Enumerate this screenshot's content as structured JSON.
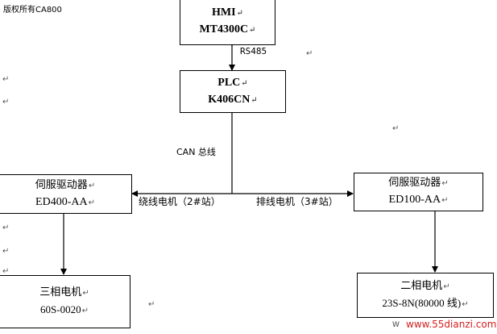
{
  "copyright": "版权所有CA800",
  "para_mark": "↵",
  "hmi": {
    "line1": "HMI",
    "line2": "MT4300C"
  },
  "link_rs485": "RS485",
  "plc": {
    "line1": "PLC",
    "line2": "K406CN"
  },
  "link_can": "CAN 总线",
  "servo_left": {
    "line1": "伺服驱动器",
    "line2": "ED400-AA"
  },
  "servo_right": {
    "line1": "伺服驱动器",
    "line2": "ED100-AA"
  },
  "motor_left": {
    "line1": "三相电机",
    "line2": "60S-0020"
  },
  "motor_right": {
    "line1": "二相电机",
    "line2": "23S-8N(80000 线)"
  },
  "label_left_station": "绕线电机（2#站）",
  "label_right_station": "排线电机（3#站）",
  "watermark": "www.55dianzi.com",
  "watermark_prefix": "W"
}
